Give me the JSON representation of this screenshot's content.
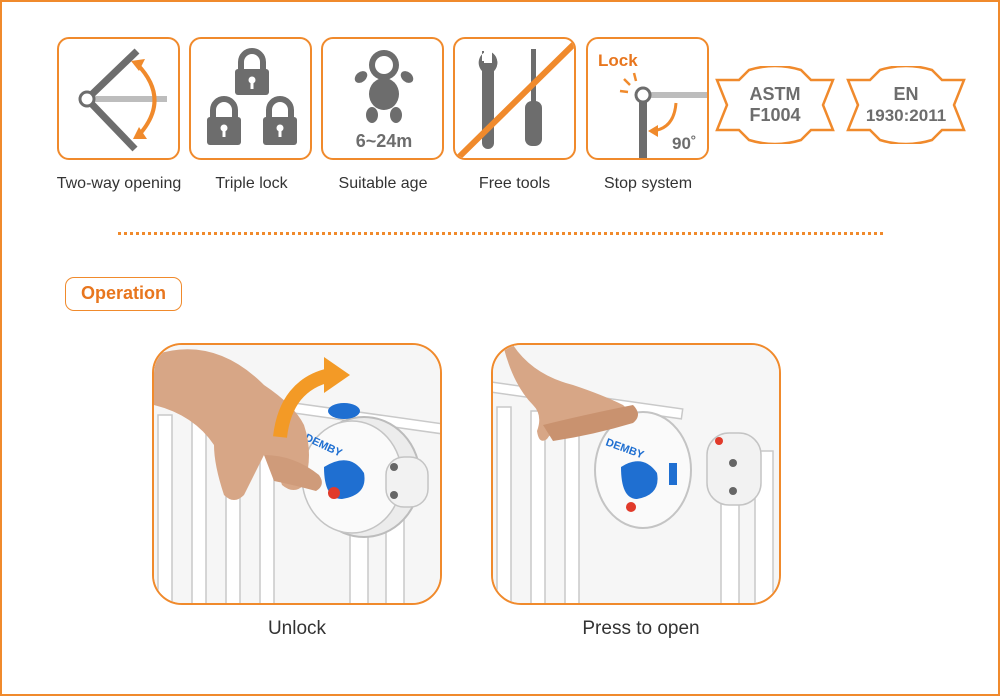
{
  "features": [
    {
      "label": "Two-way opening",
      "icon": "two-way-opening-icon"
    },
    {
      "label": "Triple lock",
      "icon": "triple-lock-icon"
    },
    {
      "label": "Suitable age",
      "icon": "baby-icon",
      "icon_text": "6~24m"
    },
    {
      "label": "Free tools",
      "icon": "no-tools-icon"
    },
    {
      "label": "Stop system",
      "icon": "stop-system-icon",
      "icon_text_lock": "Lock",
      "icon_text_angle": "90˚"
    }
  ],
  "badges": [
    {
      "line1": "ASTM",
      "line2": "F1004"
    },
    {
      "line1": "EN",
      "line2": "1930:2011"
    }
  ],
  "operation": {
    "title": "Operation",
    "steps": [
      {
        "caption": "Unlock",
        "brand": "DEMBY"
      },
      {
        "caption": "Press to open",
        "brand": "DEMBY"
      }
    ]
  },
  "colors": {
    "accent": "#f08a2c",
    "icon_gray": "#6d6d6d",
    "knob_blue": "#1f6fd1"
  }
}
